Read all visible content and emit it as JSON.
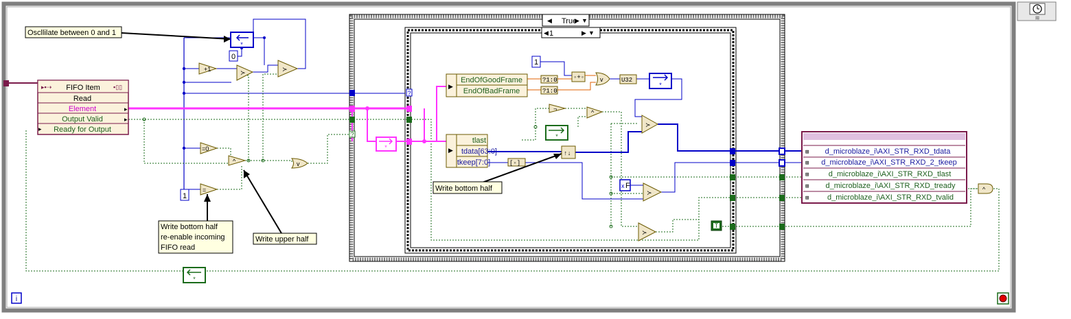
{
  "case_structure": {
    "selector": "True",
    "arrow_left": "◀",
    "arrow_right": "▶",
    "arrow_down": "▼"
  },
  "sequence_structure": {
    "frame": "1",
    "arrow_left": "◀",
    "arrow_right": "▶",
    "arrow_down": "▼"
  },
  "property_node": {
    "title": "FIFO Item",
    "items": [
      "Read",
      "Element",
      "Output Valid",
      "Ready for Output"
    ]
  },
  "comments": {
    "oscillate": "Oscllilate between 0 and 1",
    "write_bottom_half": "Write bottom half",
    "write_bottom_reenable": [
      "Write bottom half",
      "re-enable incoming",
      "FIFO read"
    ],
    "write_upper_half": "Write upper half"
  },
  "frame_bundle": {
    "items": [
      "EndOfGoodFrame",
      "EndOfBadFrame"
    ]
  },
  "axi_bundle": {
    "items": [
      "tlast",
      "tdata[63:0]",
      "tkeep[7:0]"
    ]
  },
  "io_node": {
    "items": [
      "d_microblaze_i\\AXI_STR_RXD_tdata",
      "d_microblaze_i\\AXI_STR_RXD_2_tkeep",
      "d_microblaze_i\\AXI_STR_RXD_tlast",
      "d_microblaze_i\\AXI_STR_RXD_tready",
      "d_microblaze_i\\AXI_STR_RXD_tvalid"
    ]
  },
  "constants": {
    "zero": "0",
    "one_a": "1",
    "one_b": "1",
    "true_const": "T",
    "false_const": "F",
    "iter": "i",
    "u32": "U32",
    "eq0": "=0",
    "eq": "=",
    "inc": "+1",
    "and": "^",
    "or": "v",
    "not": "¬",
    "query": "?"
  },
  "colors": {
    "boolean": "#1a6b1a",
    "integer": "#0000c8",
    "cluster": "#ff33ff",
    "loop_border": "#7f7f7f",
    "structure_border": "#202020",
    "comment_bg": "#ffffe1",
    "bundle_bg": "#fbf2dc",
    "io_border": "#7a1a4a",
    "wire_black": "#000000"
  },
  "icons": {
    "stop": "stop-button-icon",
    "timed_loop": "timed-loop-icon"
  }
}
